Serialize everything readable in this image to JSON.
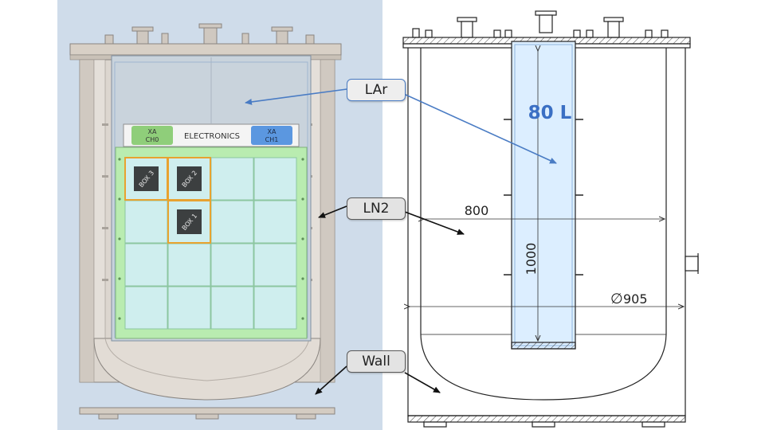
{
  "labels": {
    "lar": "LAr",
    "ln2": "LN2",
    "wall": "Wall",
    "volume": "80 L",
    "electronics": "ELECTRONICS",
    "xa_ch0": [
      "XA",
      "CH0"
    ],
    "xa_ch1": [
      "XA",
      "CH1"
    ],
    "boxes": [
      "BOX 3",
      "BOX 2",
      "BOX 1"
    ]
  },
  "dimensions": {
    "width": "800",
    "height": "1000",
    "diameter": "905",
    "diameter_symbol": "∅"
  },
  "colors": {
    "panel_bg": "#cfdcea",
    "vessel": "#dcd6cf",
    "grid_cell": "#cfeeee",
    "grid_frame": "#b9ecb0",
    "box_outline": "#e8a230",
    "xa_ch0": "#8fce7a",
    "xa_ch1": "#5b97e0",
    "lar_arrow": "#4a7cc4",
    "volume_fill": "#dceeff",
    "volume_text": "#3a6fc4"
  }
}
